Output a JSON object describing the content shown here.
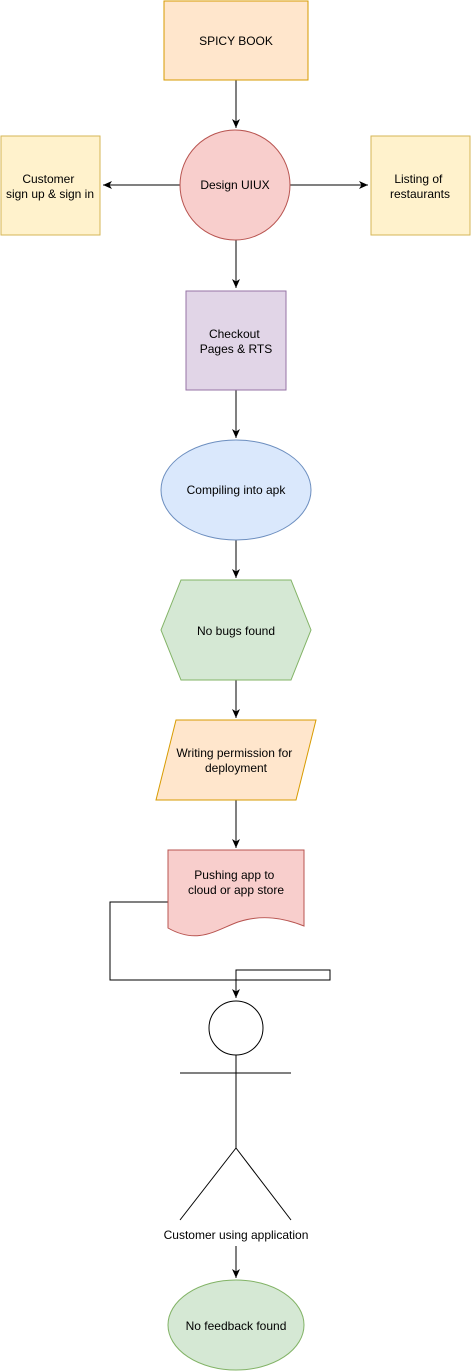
{
  "diagram": {
    "nodes": {
      "spicy_book": {
        "label": "SPICY BOOK"
      },
      "design_uiux": {
        "label": "Design UIUX"
      },
      "customer_signup": {
        "line1": "Customer",
        "line2": "sign up & sign in"
      },
      "listing_restaurants": {
        "line1": "Listing of",
        "line2": "restaurants"
      },
      "checkout": {
        "line1": "Checkout",
        "line2": "Pages & RTS"
      },
      "compiling": {
        "label": "Compiling into apk"
      },
      "no_bugs": {
        "label": "No bugs found"
      },
      "writing_permission": {
        "line1": "Writing permission for",
        "line2": "deployment"
      },
      "pushing_app": {
        "line1": "Pushing app to",
        "line2": "cloud or app store"
      },
      "customer_actor": {
        "label": "Customer using application"
      },
      "no_feedback": {
        "label": "No feedback found"
      }
    }
  }
}
